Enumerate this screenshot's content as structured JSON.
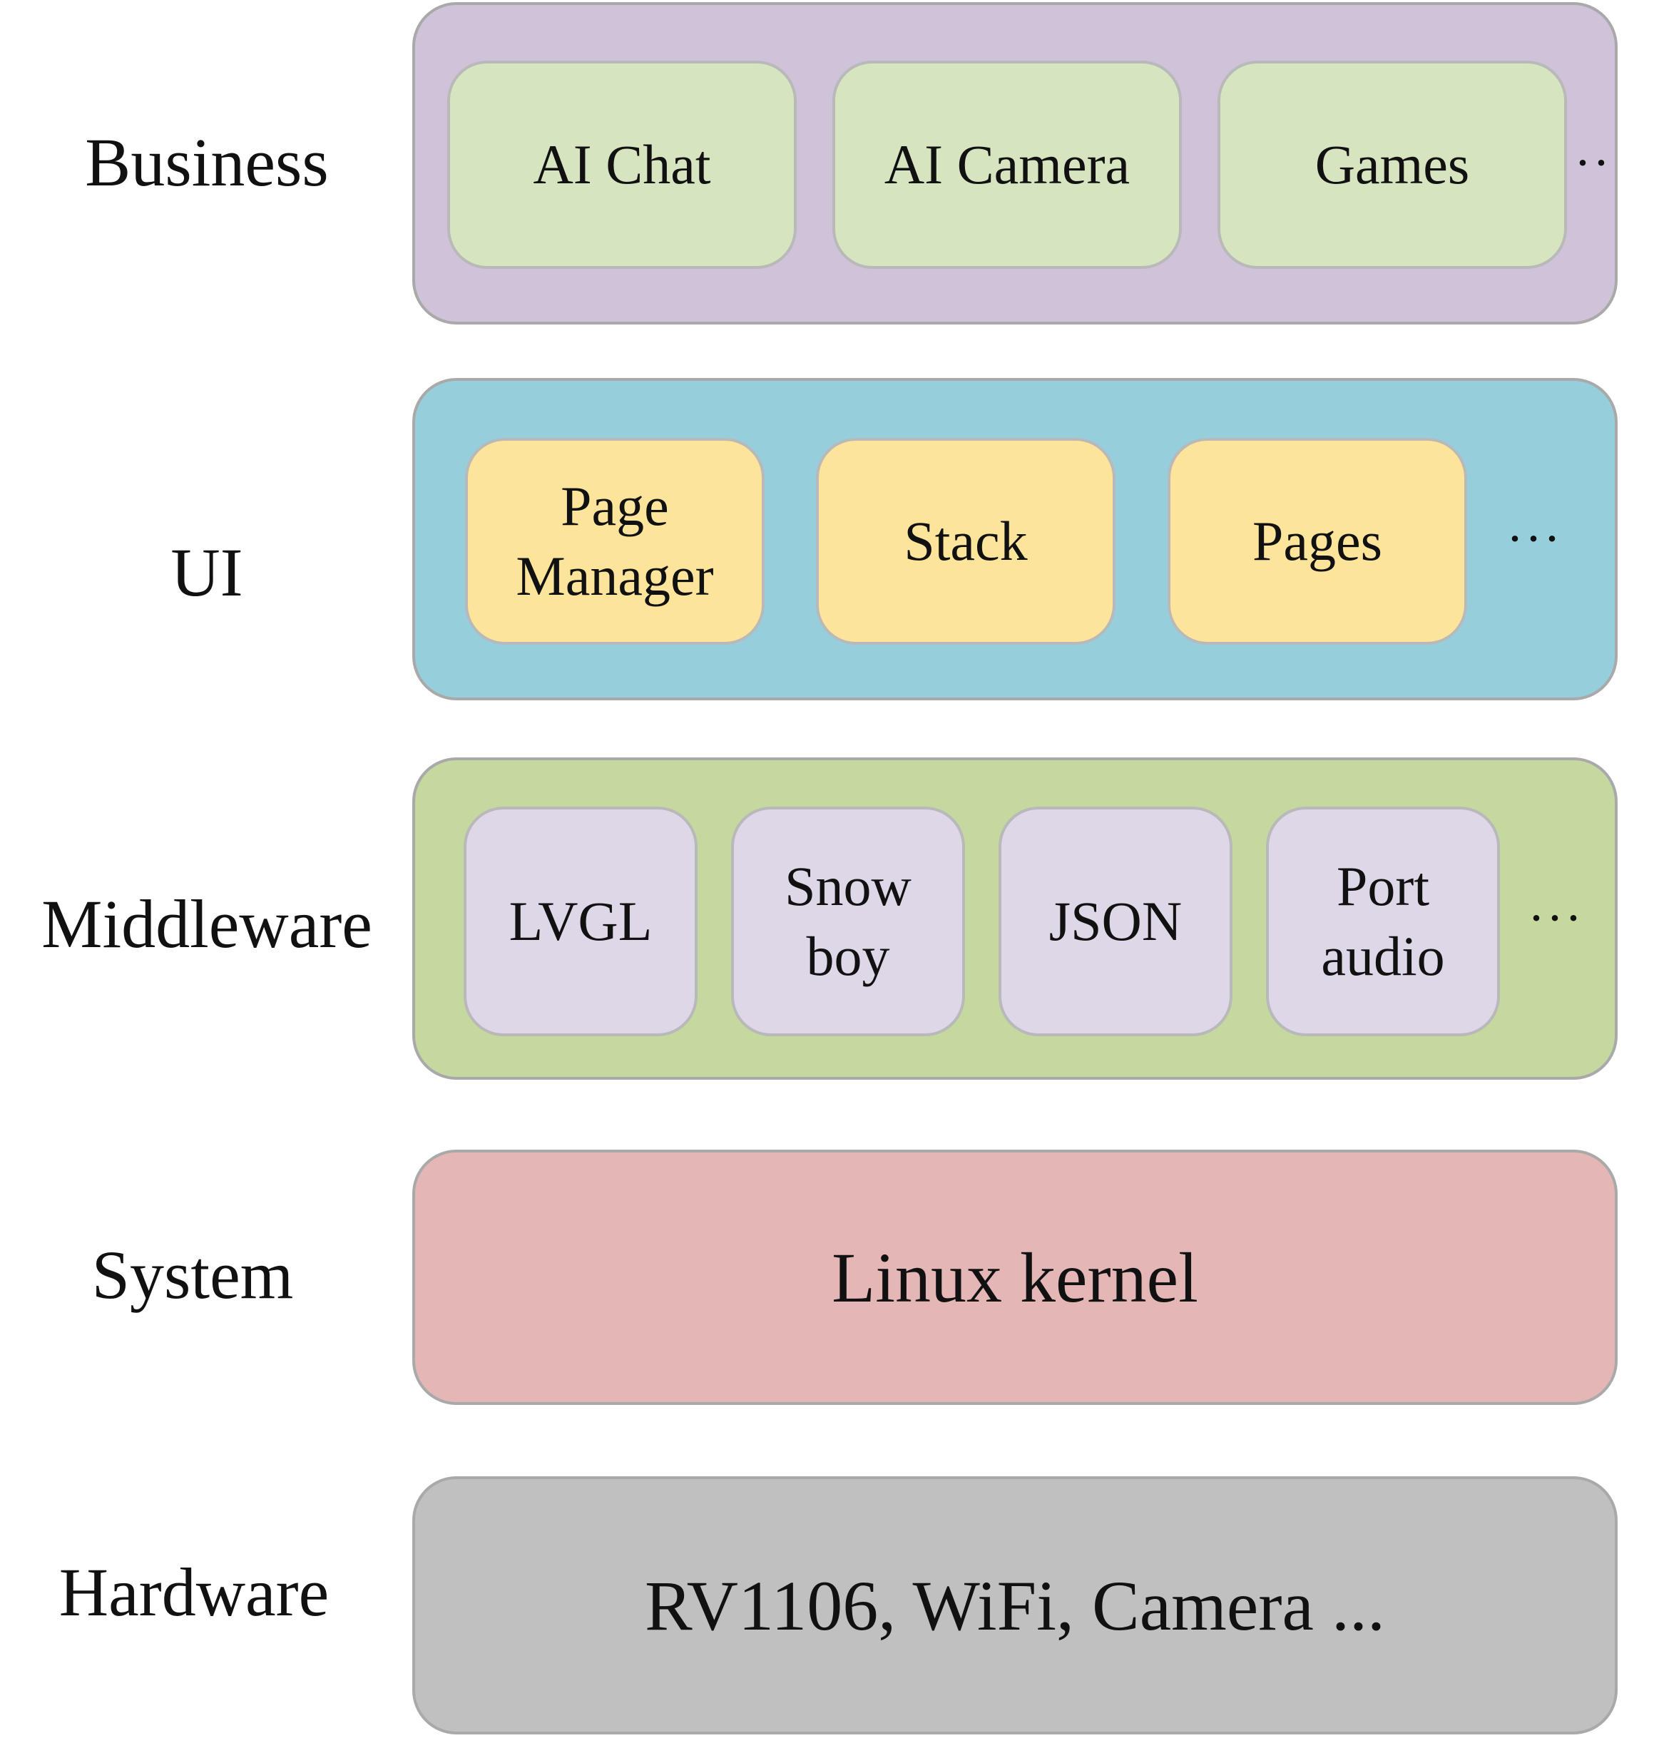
{
  "colors": {
    "business": "#cfc3da",
    "ui": "#96cedb",
    "middleware": "#c5d8a0",
    "system": "#e4b7b6",
    "hardware": "#c0c0c0",
    "business_box": "#d7e4c0",
    "ui_box": "#fce59a",
    "middleware_box": "#ddd7e7"
  },
  "layers": {
    "business": {
      "label": "Business",
      "items": [
        "AI Chat",
        "AI Camera",
        "Games"
      ],
      "ellipsis": "··"
    },
    "ui": {
      "label": "UI",
      "items": [
        "Page\nManager",
        "Stack",
        "Pages"
      ],
      "ellipsis": "···"
    },
    "middleware": {
      "label": "Middleware",
      "items": [
        "LVGL",
        "Snow\nboy",
        "JSON",
        "Port\naudio"
      ],
      "ellipsis": "···"
    },
    "system": {
      "label": "System",
      "content": "Linux kernel"
    },
    "hardware": {
      "label": "Hardware",
      "content": "RV1106, WiFi, Camera ..."
    }
  }
}
